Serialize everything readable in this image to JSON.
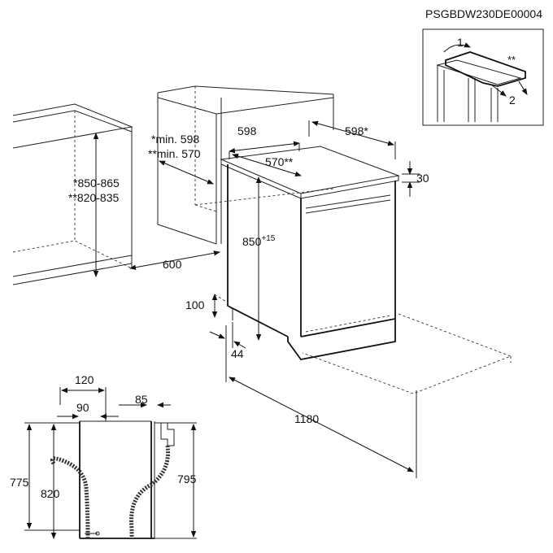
{
  "doc_code": "PSGBDW230DE00004",
  "inset": {
    "step1": "1",
    "step2": "2",
    "note": "**"
  },
  "dims": {
    "cabinet_height_a": "*850-865",
    "cabinet_height_b": "**820-835",
    "min_width_a": "*min. 598",
    "min_width_b": "**min. 570",
    "depth_600": "600",
    "width_598": "598",
    "depth_598": "598*",
    "depth_570": "570**",
    "top_30": "30",
    "height_850": "850",
    "height_850_sup": "+15",
    "plinth_100": "100",
    "foot_44": "44",
    "door_open_1180": "1180",
    "side_120": "120",
    "side_90": "90",
    "side_85": "85",
    "h_775": "775",
    "h_820": "820",
    "h_795": "795"
  }
}
